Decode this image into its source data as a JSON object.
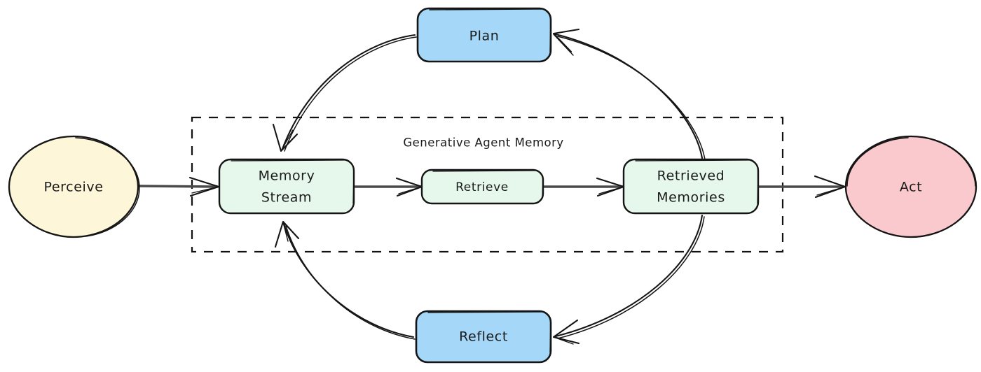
{
  "diagram": {
    "title": "Generative Agent Memory",
    "group_label": "Generative Agent Memory",
    "nodes": {
      "perceive": {
        "label": "Perceive",
        "shape": "ellipse",
        "fill": "#fdf6d8",
        "stroke": "#151515"
      },
      "memory_stream": {
        "label_line1": "Memory",
        "label_line2": "Stream",
        "shape": "rounded-rect",
        "fill": "#e6f7ec",
        "stroke": "#151515"
      },
      "retrieve": {
        "label": "Retrieve",
        "shape": "rounded-rect",
        "fill": "#e6f7ec",
        "stroke": "#151515"
      },
      "retrieved_memories": {
        "label_line1": "Retrieved",
        "label_line2": "Memories",
        "shape": "rounded-rect",
        "fill": "#e6f7ec",
        "stroke": "#151515"
      },
      "act": {
        "label": "Act",
        "shape": "ellipse",
        "fill": "#fac9cd",
        "stroke": "#151515"
      },
      "plan": {
        "label": "Plan",
        "shape": "rounded-rect",
        "fill": "#a5d8f8",
        "stroke": "#151515"
      },
      "reflect": {
        "label": "Reflect",
        "shape": "rounded-rect",
        "fill": "#a5d8f8",
        "stroke": "#151515"
      }
    },
    "edges": [
      {
        "from": "perceive",
        "to": "memory_stream",
        "style": "straight"
      },
      {
        "from": "memory_stream",
        "to": "retrieve",
        "style": "straight"
      },
      {
        "from": "retrieve",
        "to": "retrieved_memories",
        "style": "straight"
      },
      {
        "from": "retrieved_memories",
        "to": "act",
        "style": "straight"
      },
      {
        "from": "retrieved_memories",
        "to": "plan",
        "style": "curve"
      },
      {
        "from": "plan",
        "to": "memory_stream",
        "style": "curve"
      },
      {
        "from": "retrieved_memories",
        "to": "reflect",
        "style": "curve"
      },
      {
        "from": "reflect",
        "to": "memory_stream",
        "style": "curve"
      }
    ],
    "background": "#ffffff"
  }
}
